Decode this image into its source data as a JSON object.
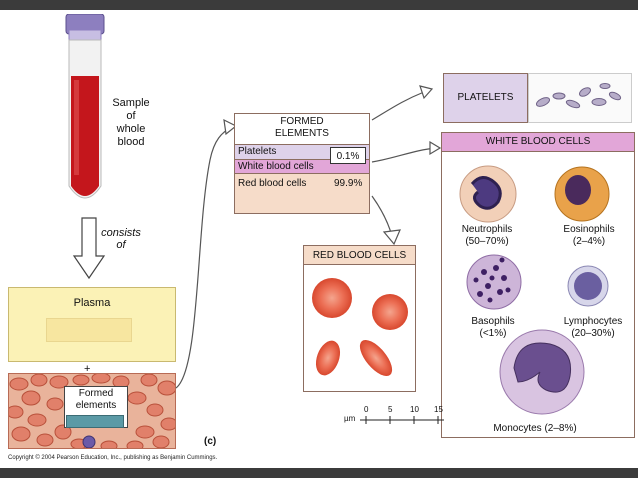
{
  "tube": {
    "label_lines": [
      "Sample",
      "of",
      "whole",
      "blood"
    ]
  },
  "consists": {
    "lines": [
      "consists",
      "of"
    ]
  },
  "plasma": {
    "label": "Plasma"
  },
  "plus": "+",
  "formed_elements_field": {
    "lines": [
      "Formed",
      "elements"
    ]
  },
  "panel_letter": "(c)",
  "copyright": "Copyright © 2004 Pearson Education, Inc., publishing as Benjamin Cummings.",
  "formed_table": {
    "title_lines": [
      "FORMED",
      "ELEMENTS"
    ],
    "rows": [
      {
        "label": "Platelets"
      },
      {
        "label": "White blood cells"
      },
      {
        "label": "Red blood cells",
        "value": "99.9%"
      }
    ],
    "shared_value": "0.1%"
  },
  "platelets_panel": {
    "title": "PLATELETS"
  },
  "wbc_panel": {
    "title": "WHITE BLOOD CELLS",
    "cells": [
      {
        "name": "Neutrophils",
        "range": "(50–70%)"
      },
      {
        "name": "Eosinophils",
        "range": "(2–4%)"
      },
      {
        "name": "Basophils",
        "range": "(<1%)"
      },
      {
        "name": "Lymphocytes",
        "range": "(20–30%)"
      },
      {
        "name": "Monocytes (2–8%)"
      }
    ]
  },
  "rbc_panel": {
    "title": "RED BLOOD CELLS"
  },
  "scale_bar": {
    "unit": "µm",
    "ticks": [
      "0",
      "5",
      "10",
      "15"
    ]
  }
}
